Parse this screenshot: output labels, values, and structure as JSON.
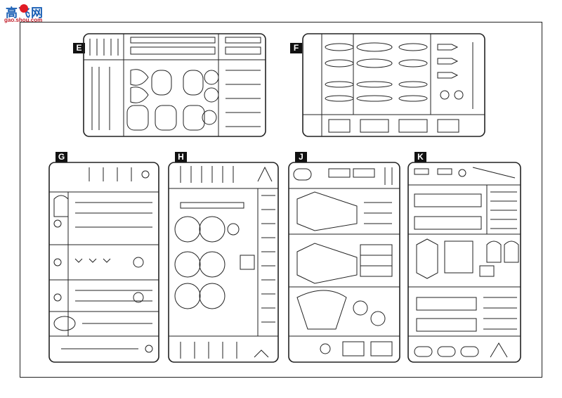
{
  "watermark": {
    "title": "高飞网",
    "subtitle": "gao.shou.com"
  },
  "sprues": [
    {
      "label": "E"
    },
    {
      "label": "F"
    },
    {
      "label": "G"
    },
    {
      "label": "H"
    },
    {
      "label": "J"
    },
    {
      "label": "K"
    }
  ]
}
